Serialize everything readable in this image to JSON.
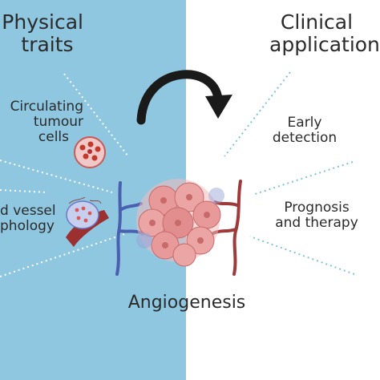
{
  "colors": {
    "left_panel": "#8fc7e1",
    "right_panel": "#ffffff",
    "arrow": "#1a1a1a",
    "leader_lines": "#ffffff",
    "leader_lines_right": "#7fc3d9",
    "vessel_blue": "#4a5fb0",
    "vessel_red": "#a03a3a",
    "tumour": "#e79a9a"
  },
  "icons": [
    "curved-arrow-icon",
    "circulating-tumour-cell-icon",
    "blood-vessel-icon",
    "tumour-mass-icon"
  ],
  "left": {
    "heading_line1": "Physical",
    "heading_line2": "traits",
    "item1_line1": "Circulating",
    "item1_line2": "tumour",
    "item1_line3": "cells",
    "item2_line1": "d vessel",
    "item2_line2": "phology"
  },
  "right": {
    "heading_line1": "Clinical",
    "heading_line2": "applications",
    "item1_line1": "Early",
    "item1_line2": "detection",
    "item2_line1": "Prognosis",
    "item2_line2": "and therapy"
  },
  "center": {
    "label": "Angiogenesis"
  }
}
